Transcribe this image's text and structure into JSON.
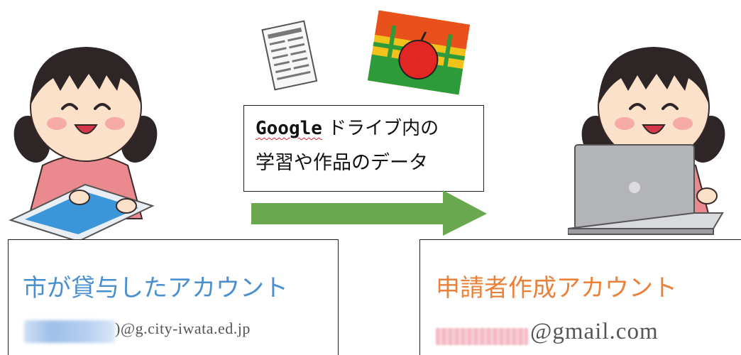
{
  "transfer": {
    "line1_google": "Google",
    "line1_rest": " ドライブ内の",
    "line2": "学習や作品のデータ"
  },
  "left_account": {
    "title": "市が貸与したアカウント",
    "email_suffix": ")@g.city-iwata.ed.jp"
  },
  "right_account": {
    "title": "申請者作成アカウント",
    "email_suffix": "@gmail.com"
  },
  "colors": {
    "left_title": "#4a8fcf",
    "right_title": "#e9813a",
    "arrow": "#6aa84f"
  },
  "icons": {
    "left_person": "girl-with-tablet-illustration",
    "right_person": "girl-with-laptop-illustration",
    "document": "newspaper-document-icon",
    "picture": "apple-drawing-picture-icon",
    "arrow": "right-arrow-icon"
  }
}
